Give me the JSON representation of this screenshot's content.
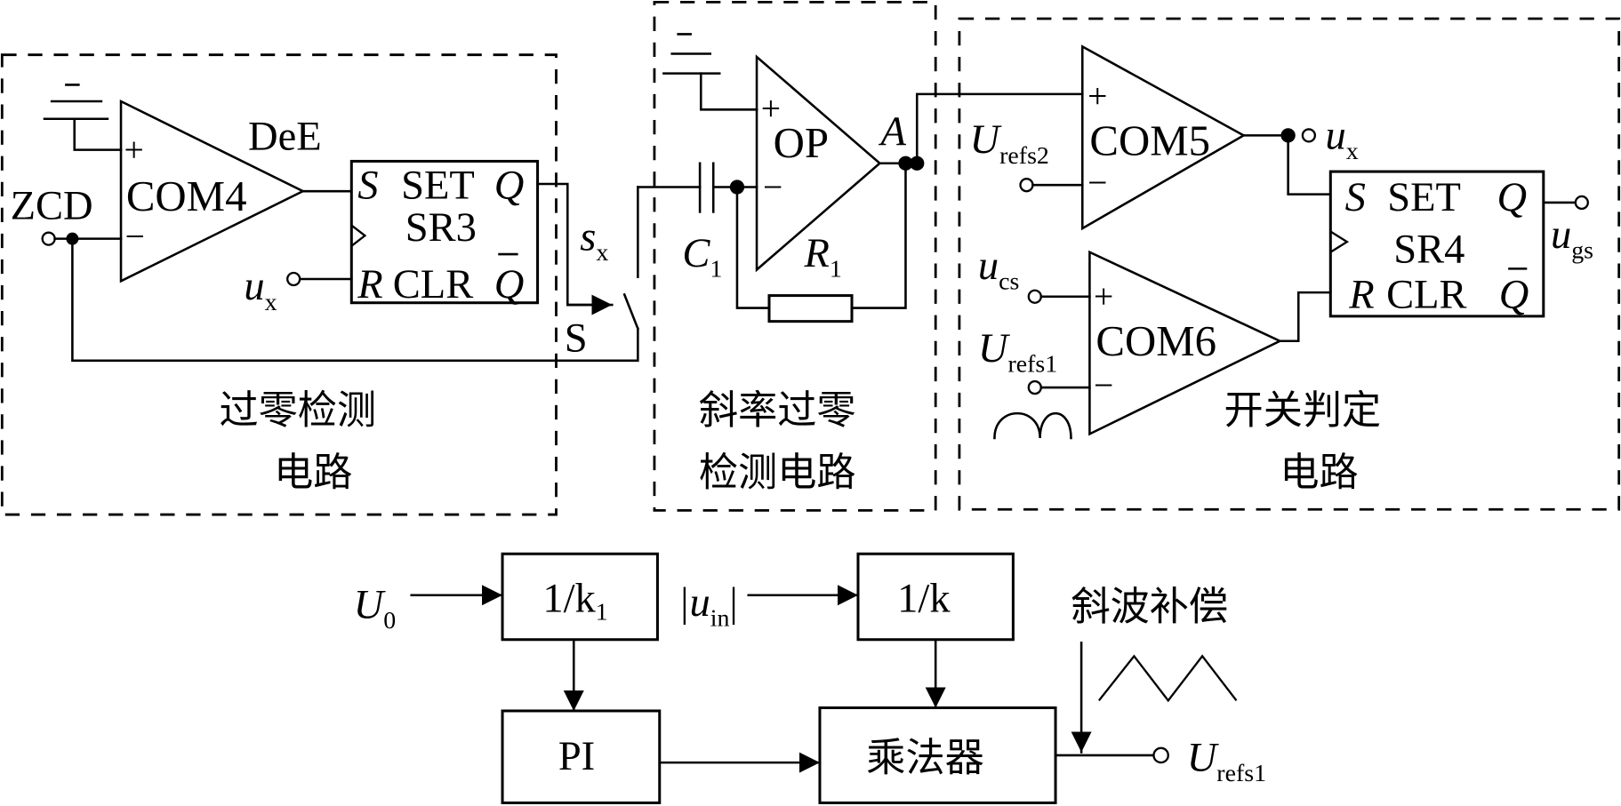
{
  "figure": {
    "blocks": {
      "zero_crossing": {
        "title_line1": "过零检测",
        "title_line2": "电路"
      },
      "slope_zero_crossing": {
        "title_line1": "斜率过零",
        "title_line2": "检测电路"
      },
      "switch_decision": {
        "title_line1": "开关判定",
        "title_line2": "电路"
      }
    },
    "comparators": {
      "com4": {
        "label": "COM4",
        "plus": "+",
        "minus": "−"
      },
      "com5": {
        "label": "COM5",
        "plus": "+",
        "minus": "−"
      },
      "com6": {
        "label": "COM6",
        "plus": "+",
        "minus": "−"
      },
      "op": {
        "label": "OP",
        "plus": "+",
        "minus": "−"
      }
    },
    "flipflops": {
      "sr3": {
        "name": "SR3",
        "s": "S",
        "set": "SET",
        "q": "Q",
        "r": "R",
        "clr": "CLR",
        "qbar": "Q"
      },
      "sr4": {
        "name": "SR4",
        "s": "S",
        "set": "SET",
        "q": "Q",
        "r": "R",
        "clr": "CLR",
        "qbar": "Q"
      }
    },
    "labels": {
      "dee": "DeE",
      "zcd": "ZCD",
      "ux_main": "u",
      "ux_sub": "x",
      "sx_main": "s",
      "sx_sub": "x",
      "switch": "S",
      "c1_main": "C",
      "c1_sub": "1",
      "r1_main": "R",
      "r1_sub": "1",
      "node_a": "A",
      "urefs2_main": "U",
      "urefs2_sub": "refs2",
      "ucs_main": "u",
      "ucs_sub": "cs",
      "urefs1_main": "U",
      "urefs1_sub": "refs1",
      "ugs_main": "u",
      "ugs_sub": "gs",
      "minus_sign": "−"
    },
    "control": {
      "u0_main": "U",
      "u0_sub": "0",
      "gain1": "1/k",
      "gain1_sub": "1",
      "uin_main": "u",
      "uin_sub": "in",
      "gain2": "1/k",
      "pi": "PI",
      "multiplier": "乘法器",
      "ramp_comp": "斜波补偿",
      "out_main": "U",
      "out_sub": "refs1"
    }
  }
}
